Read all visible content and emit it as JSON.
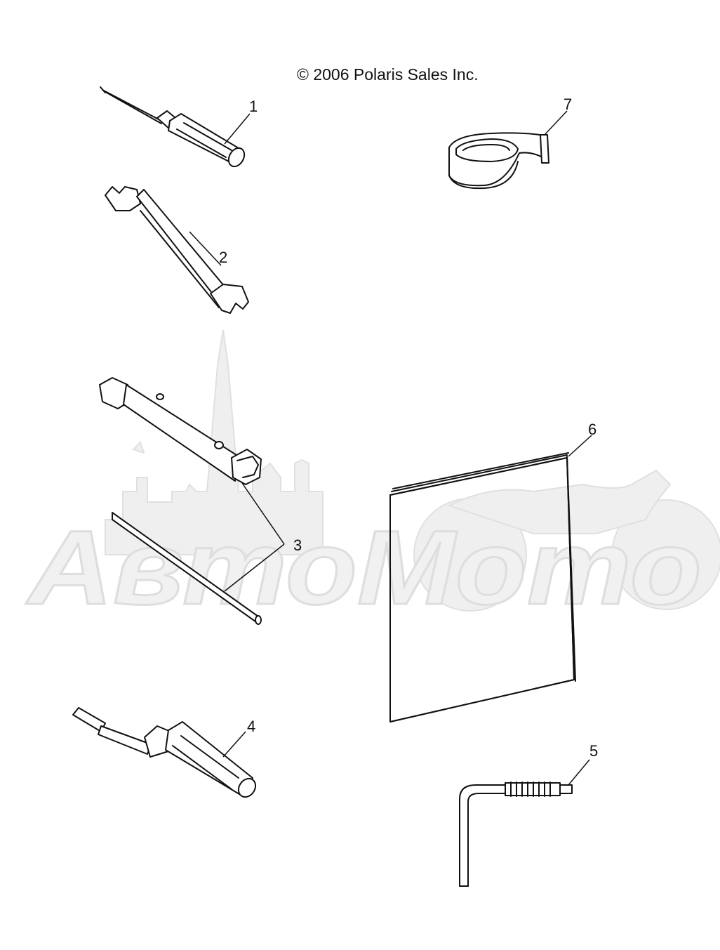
{
  "copyright": "© 2006 Polaris Sales Inc.",
  "watermark": {
    "brand": "АвтоМото"
  },
  "parts": [
    {
      "number": "1",
      "icon": "screwdriver-icon"
    },
    {
      "number": "2",
      "icon": "open-end-wrench-icon"
    },
    {
      "number": "3",
      "icon": "spark-plug-socket-wrench-icon"
    },
    {
      "number": "4",
      "icon": "screwdriver-reversible-icon"
    },
    {
      "number": "5",
      "icon": "hex-key-icon"
    },
    {
      "number": "6",
      "icon": "owners-manual-icon"
    },
    {
      "number": "7",
      "icon": "tool-bag-strap-icon"
    }
  ],
  "colors": {
    "ink": "#111111",
    "watermark": "#efefef"
  }
}
